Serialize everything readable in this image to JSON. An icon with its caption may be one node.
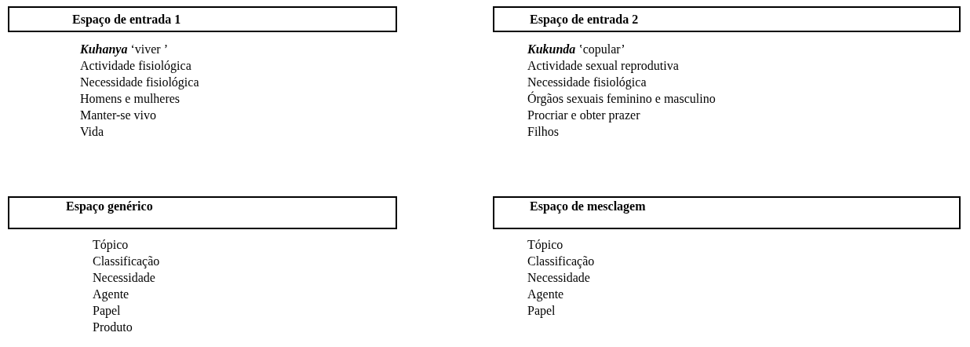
{
  "diagram": {
    "nodes": [
      {
        "text": [
          "Espaço de entrada 1"
        ],
        "beside": [
          "**Kuhanya** ‘viver ’",
          "Actividade fisiológica",
          "Necessidade fisiológica",
          "Homens e mulheres",
          "Manter-se vivo",
          "Vida"
        ]
      },
      {
        "text": [
          "Espaço de entrada 2"
        ],
        "beside": [
          "**Kukunda** ʽcopular’",
          "Actividade sexual reprodutiva",
          "Necessidade fisiológica",
          "Órgãos sexuais feminino e masculino",
          "Procriar e obter prazer",
          "Filhos"
        ]
      },
      {
        "text": [
          "Espaço genérico"
        ],
        "beside": [
          "Tópico",
          "Classificação",
          "Necessidade",
          "Agente",
          "Papel",
          "Produto"
        ]
      },
      {
        "text": [
          "Espaço de mesclagem"
        ],
        "beside": [
          "Tópico",
          "Classificação",
          "Necessidade",
          "Agente",
          "Papel"
        ]
      }
    ]
  }
}
